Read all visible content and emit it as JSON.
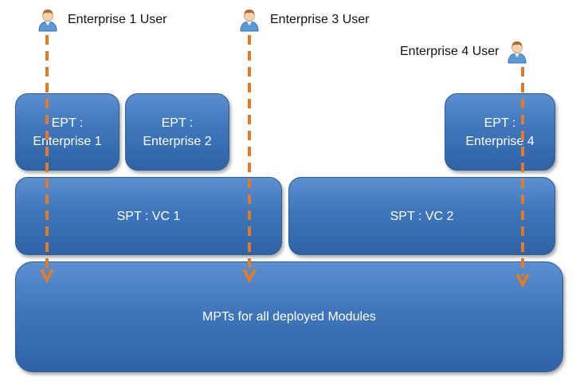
{
  "users": [
    {
      "id": "user1",
      "name": "Enterprise 1 User",
      "icon": "user-icon"
    },
    {
      "id": "user3",
      "name": "Enterprise 3 User",
      "icon": "user-icon"
    },
    {
      "id": "user4",
      "name": "Enterprise 4 User",
      "icon": "user-icon"
    }
  ],
  "boxes": {
    "ept1": "EPT :\nEnterprise 1",
    "ept2": "EPT :\nEnterprise 2",
    "ept4": "EPT :\nEnterprise 4",
    "spt1": "SPT : VC 1",
    "spt2": "SPT : VC 2",
    "mpt": "MPTs for all deployed Modules"
  },
  "colors": {
    "box_fill": "#3f76bb",
    "box_border": "#2f5d92",
    "arrow": "#e07b2a",
    "user_shirt": "#5b9bd5",
    "user_hair": "#b06a2c"
  }
}
